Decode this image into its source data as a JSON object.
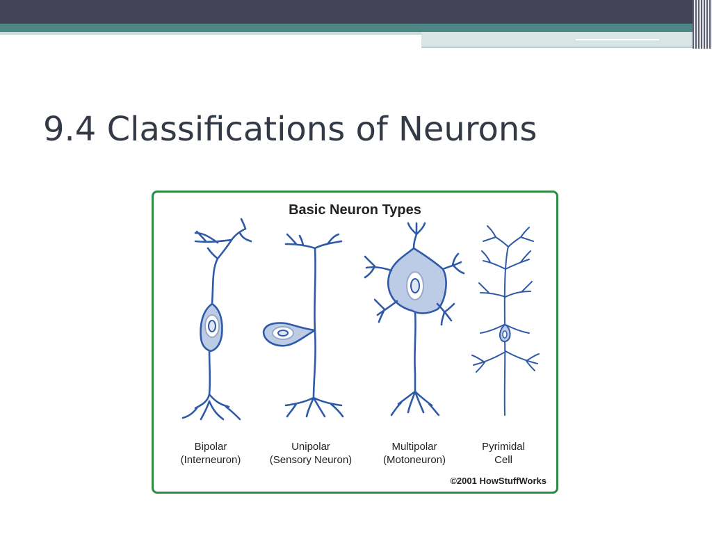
{
  "slide": {
    "title": "9.4 Classifications of Neurons"
  },
  "figure": {
    "title": "Basic Neuron Types",
    "neurons": [
      {
        "line1": "Bipolar",
        "line2": "(Interneuron)"
      },
      {
        "line1": "Unipolar",
        "line2": "(Sensory Neuron)"
      },
      {
        "line1": "Multipolar",
        "line2": "(Motoneuron)"
      },
      {
        "line1": "Pyrimidal",
        "line2": "Cell"
      }
    ],
    "credit": "©2001 HowStuffWorks"
  },
  "colors": {
    "header_dark": "#424456",
    "header_teal": "#4e8585",
    "neuron_stroke": "#2f5aa8",
    "neuron_fill": "#bccbe6",
    "figure_border": "#2e8b45"
  }
}
